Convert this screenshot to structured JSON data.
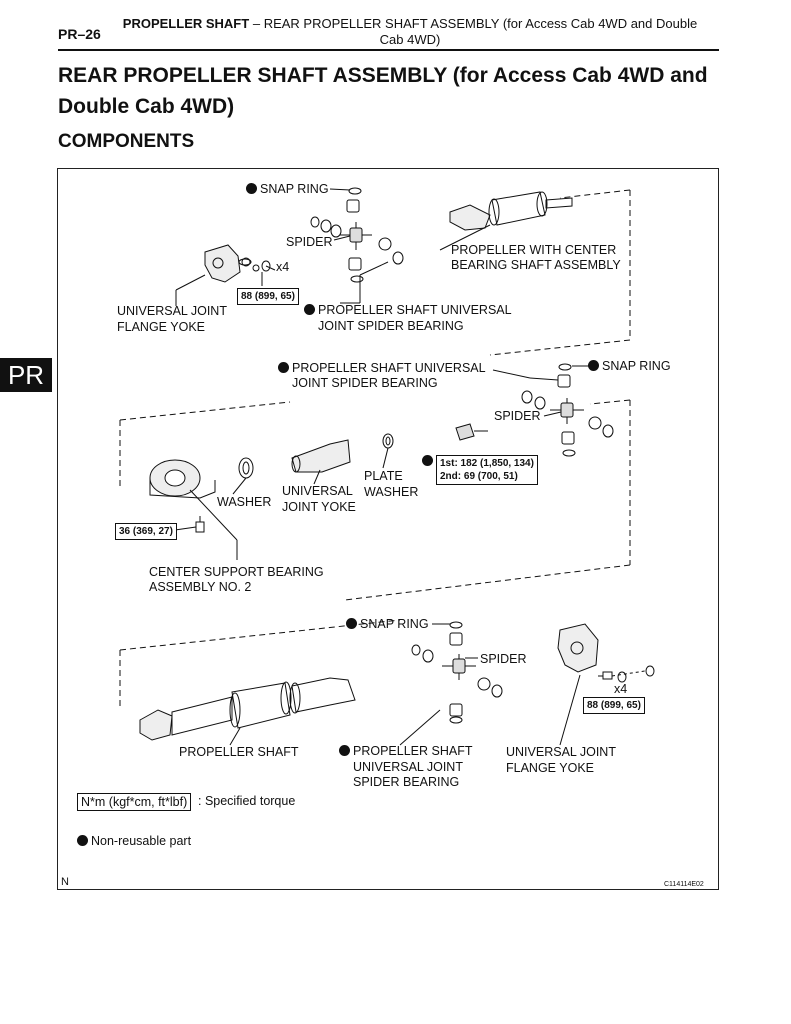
{
  "header": {
    "page_code": "PR–26",
    "section": "PROPELLER SHAFT",
    "separator": "–",
    "subtitle": "REAR PROPELLER SHAFT ASSEMBLY (for Access Cab 4WD and Double Cab 4WD)"
  },
  "main_title": "REAR PROPELLER SHAFT ASSEMBLY (for Access Cab 4WD and Double Cab 4WD)",
  "section_title": "COMPONENTS",
  "side_tab": "PR",
  "labels": {
    "snap_ring_1": "SNAP RING",
    "spider_1": "SPIDER",
    "x4_1": "x4",
    "propeller_center": "PROPELLER WITH CENTER BEARING SHAFT ASSEMBLY",
    "propeller_center_l1": "PROPELLER WITH CENTER",
    "propeller_center_l2": "BEARING SHAFT ASSEMBLY",
    "ujfy_1_l1": "UNIVERSAL JOINT",
    "ujfy_1_l2": "FLANGE YOKE",
    "pusjb_1_l1": "PROPELLER SHAFT UNIVERSAL",
    "pusjb_1_l2": "JOINT SPIDER BEARING",
    "pusjb_2_l1": "PROPELLER SHAFT UNIVERSAL",
    "pusjb_2_l2": "JOINT SPIDER BEARING",
    "snap_ring_2": "SNAP RING",
    "spider_2": "SPIDER",
    "washer": "WASHER",
    "uj_yoke_l1": "UNIVERSAL",
    "uj_yoke_l2": "JOINT YOKE",
    "plate_washer_l1": "PLATE",
    "plate_washer_l2": "WASHER",
    "csb_l1": "CENTER SUPPORT BEARING",
    "csb_l2": "ASSEMBLY NO. 2",
    "snap_ring_3": "SNAP RING",
    "spider_3": "SPIDER",
    "x4_2": "x4",
    "propeller_shaft": "PROPELLER SHAFT",
    "pusjb_3_l1": "PROPELLER SHAFT",
    "pusjb_3_l2": "UNIVERSAL JOINT",
    "pusjb_3_l3": "SPIDER BEARING",
    "ujfy_2_l1": "UNIVERSAL JOINT",
    "ujfy_2_l2": "FLANGE YOKE"
  },
  "torques": {
    "t1": "88 (899, 65)",
    "t2_l1": "1st: 182 (1,850, 134)",
    "t2_l2": "2nd: 69 (700, 51)",
    "t3": "36 (369, 27)",
    "t4": "88 (899, 65)"
  },
  "legend": {
    "unit_box": "N*m (kgf*cm, ft*lbf)",
    "unit_text": ": Specified torque",
    "non_reusable": "Non-reusable part"
  },
  "footer": {
    "left": "N",
    "right": "C114114E02"
  }
}
